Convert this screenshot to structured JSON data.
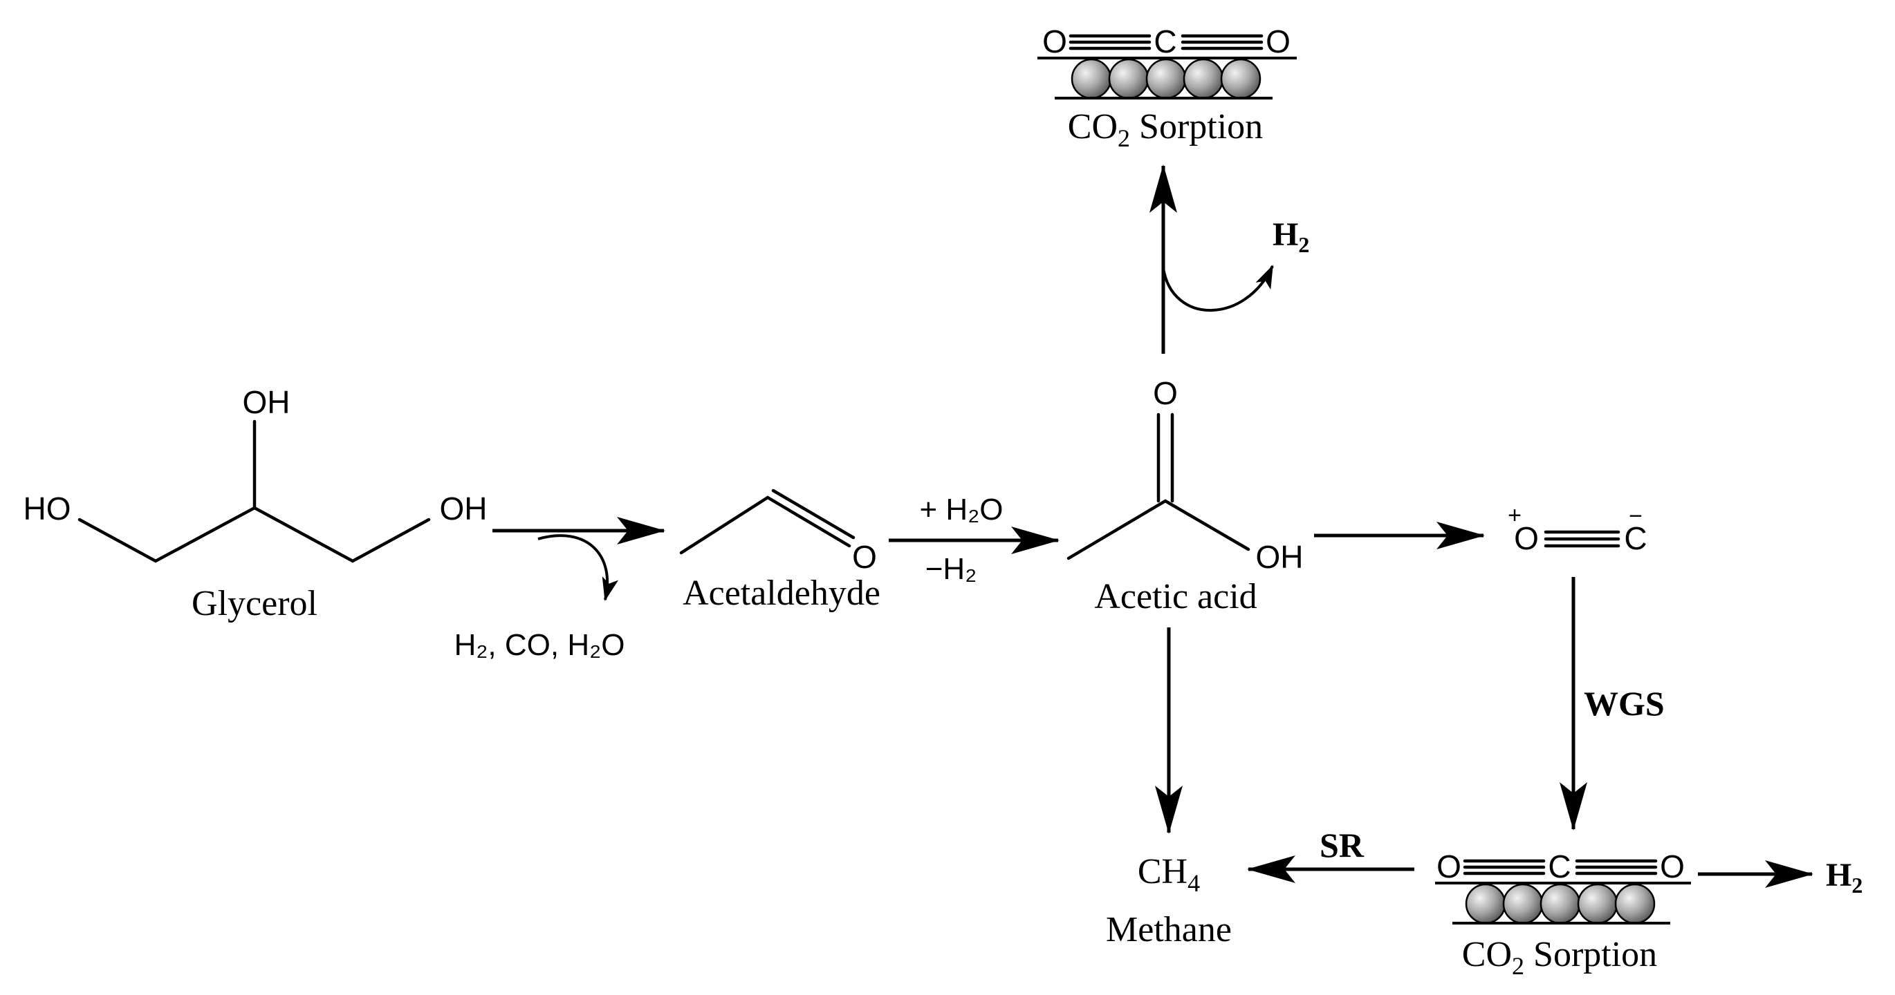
{
  "compounds": {
    "glycerol": {
      "name": "Glycerol",
      "oh_top": "OH",
      "oh_left": "HO",
      "oh_right": "OH"
    },
    "acetaldehyde": {
      "name": "Acetaldehyde",
      "o": "O"
    },
    "acetic_acid": {
      "name": "Acetic acid",
      "o": "O",
      "oh": "OH"
    },
    "carbon_monoxide": {
      "o": "O",
      "c": "C",
      "o_charge": "+",
      "c_charge": "−"
    },
    "methane": {
      "formula_main": "CH",
      "formula_sub": "4",
      "name": "Methane"
    },
    "co2_top": {
      "o1": "O",
      "c": "C",
      "o2": "O",
      "label_main": "CO",
      "label_sub": "2",
      "label_rest": " Sorption"
    },
    "co2_bottom": {
      "o1": "O",
      "c": "C",
      "o2": "O",
      "label_main": "CO",
      "label_sub": "2",
      "label_rest": " Sorption"
    }
  },
  "reagents": {
    "byproducts": "H₂, CO, H₂O",
    "add_water": "+ H₂O",
    "remove_h2": "−H₂",
    "h2_top": {
      "main": "H",
      "sub": "2"
    },
    "h2_right": {
      "main": "H",
      "sub": "2"
    }
  },
  "steps": {
    "wgs": "WGS",
    "sr": "SR"
  },
  "colors": {
    "ink": "#000000",
    "sorbent_light": "#f2f2f2",
    "sorbent_dark": "#5a5a5a"
  }
}
